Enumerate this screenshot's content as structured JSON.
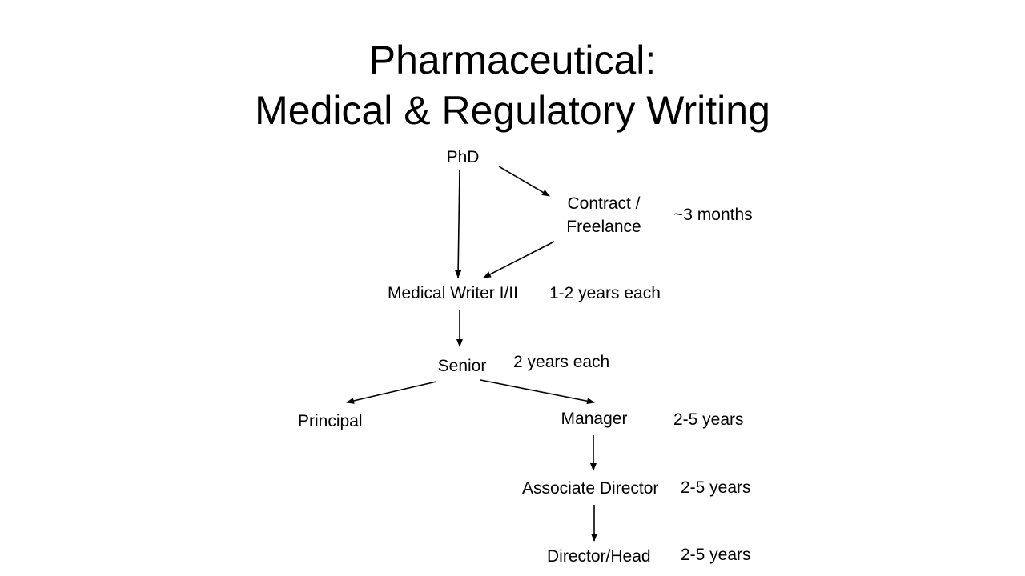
{
  "title": {
    "line1": "Pharmaceutical:",
    "line2": "Medical & Regulatory Writing"
  },
  "nodes": {
    "phd": "PhD",
    "contract_line1": "Contract /",
    "contract_line2": "Freelance",
    "medical_writer": "Medical Writer I/II",
    "senior": "Senior",
    "principal": "Principal",
    "manager": "Manager",
    "associate_director": "Associate Director",
    "director_head": "Director/Head"
  },
  "durations": {
    "contract": "~3 months",
    "medical_writer": "1-2 years each",
    "senior": "2 years each",
    "manager": "2-5 years",
    "associate_director": "2-5 years",
    "director_head": "2-5 years"
  }
}
